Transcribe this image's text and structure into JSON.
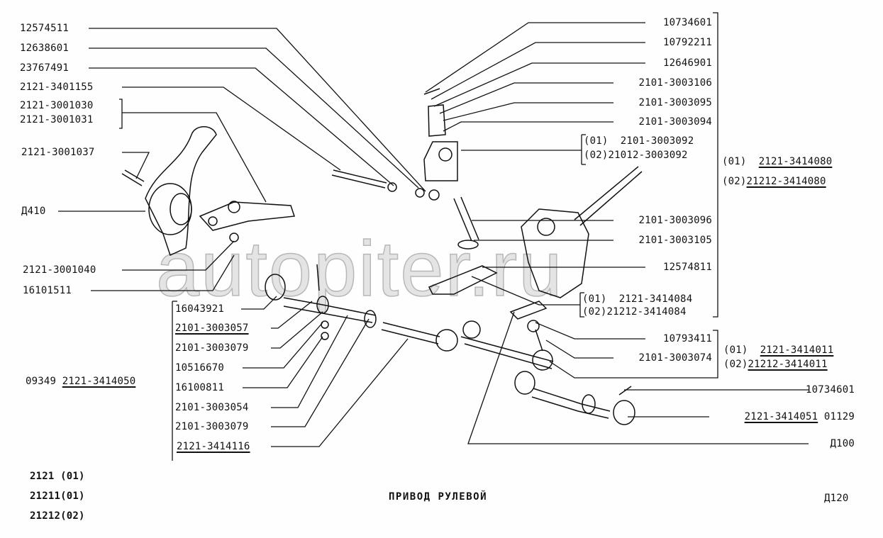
{
  "title": "ПРИВОД РУЛЕВОЙ",
  "sheet_code": "Д120",
  "watermark": "autopiter.ru",
  "models": [
    "2121 (01)",
    "21211(01)",
    "21212(02)"
  ],
  "left_labels": [
    "12574511",
    "12638601",
    "23767491",
    "2121-3401155",
    "2121-3001030",
    "2121-3001031",
    "2121-3001037",
    "Д410",
    "2121-3001040",
    "16101511"
  ],
  "tie_rod_group": {
    "prefix": "09349",
    "assembly": "2121-3414050",
    "items": [
      "16043921",
      "2101-3003057",
      "2101-3003079",
      "10516670",
      "16100811",
      "2101-3003054",
      "2101-3003079",
      "2121-3414116"
    ]
  },
  "right_labels": [
    "10734601",
    "10792211",
    "12646901",
    "2101-3003106",
    "2101-3003095",
    "2101-3003094"
  ],
  "bracket_3003092": [
    "(01)  2101-3003092",
    "(02)21012-3003092"
  ],
  "right_labels_2": [
    "2101-3003096",
    "2101-3003105",
    "12574811"
  ],
  "bracket_3414084": [
    "(01)  2121-3414084",
    "(02)21212-3414084"
  ],
  "assembly_3414080": {
    "l1_prefix": "(01)  ",
    "l1": "2121-3414080",
    "l2_prefix": "(02)",
    "l2": "21212-3414080"
  },
  "group_3414011": {
    "items": [
      "10793411",
      "2101-3003074"
    ],
    "l1_prefix": "(01)  ",
    "l1": "2121-3414011",
    "l2_prefix": "(02)",
    "l2": "21212-3414011"
  },
  "bottom_right": {
    "split_pin": "10734601",
    "tie_rod_end": "2121-3414051",
    "tie_rod_end_suffix": " 01129",
    "link": "Д100"
  }
}
